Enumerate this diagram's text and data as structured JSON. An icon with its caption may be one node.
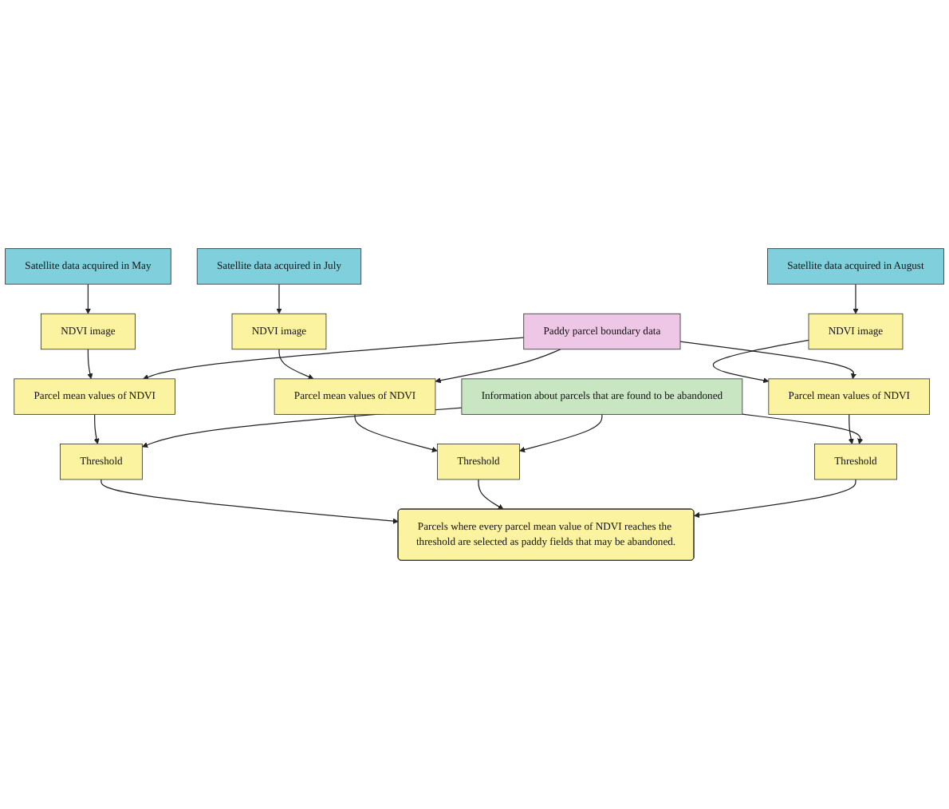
{
  "diagram": {
    "nodes": [
      {
        "text": [
          "Satellite data acquired in May"
        ]
      },
      {
        "text": [
          "Satellite data acquired in July"
        ]
      },
      {
        "text": [
          "Satellite data acquired in August"
        ]
      },
      {
        "text": [
          "NDVI image"
        ]
      },
      {
        "text": [
          "NDVI image"
        ]
      },
      {
        "text": [
          "NDVI image"
        ]
      },
      {
        "text": [
          "Paddy parcel boundary data"
        ]
      },
      {
        "text": [
          "Parcel mean values of NDVI"
        ]
      },
      {
        "text": [
          "Parcel mean values of NDVI"
        ]
      },
      {
        "text": [
          "Parcel mean values of NDVI"
        ]
      },
      {
        "text": [
          "Information about parcels that are found to be abandoned"
        ]
      },
      {
        "text": [
          "Threshold"
        ]
      },
      {
        "text": [
          "Threshold"
        ]
      },
      {
        "text": [
          "Threshold"
        ]
      },
      {
        "text": [
          "Parcels where every parcel mean value of NDVI reaches the threshold are selected as paddy fields that may be abandoned."
        ]
      }
    ],
    "edges": [
      {
        "from": 0,
        "to": 3,
        "arrow": "to"
      },
      {
        "from": 1,
        "to": 4,
        "arrow": "to"
      },
      {
        "from": 2,
        "to": 5,
        "arrow": "to"
      },
      {
        "from": 3,
        "to": 7,
        "arrow": "to"
      },
      {
        "from": 4,
        "to": 8,
        "arrow": "to"
      },
      {
        "from": 5,
        "to": 9,
        "arrow": "to"
      },
      {
        "from": 6,
        "to": 7,
        "arrow": "to"
      },
      {
        "from": 6,
        "to": 8,
        "arrow": "to"
      },
      {
        "from": 6,
        "to": 9,
        "arrow": "to"
      },
      {
        "from": 7,
        "to": 11,
        "arrow": "to"
      },
      {
        "from": 8,
        "to": 12,
        "arrow": "to"
      },
      {
        "from": 9,
        "to": 13,
        "arrow": "to"
      },
      {
        "from": 10,
        "to": 11,
        "arrow": "to"
      },
      {
        "from": 10,
        "to": 12,
        "arrow": "to"
      },
      {
        "from": 10,
        "to": 13,
        "arrow": "to"
      },
      {
        "from": 11,
        "to": 14,
        "arrow": "to"
      },
      {
        "from": 12,
        "to": 14,
        "arrow": "to"
      },
      {
        "from": 13,
        "to": 14,
        "arrow": "to"
      }
    ]
  }
}
